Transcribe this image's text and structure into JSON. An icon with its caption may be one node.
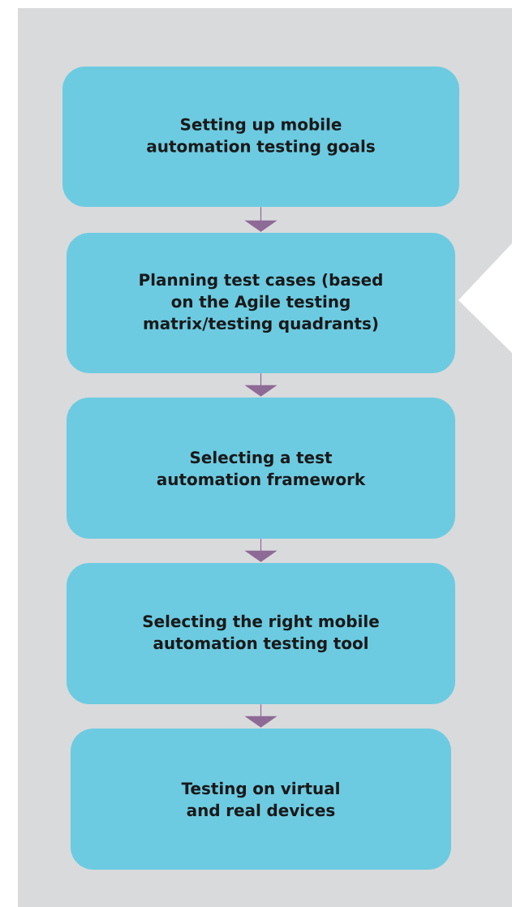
{
  "diagram": {
    "nodes": [
      {
        "text": [
          "Setting up mobile automation testing goals"
        ]
      },
      {
        "text": [
          "Planning test cases (based on the Agile testing matrix/testing quadrants)"
        ]
      },
      {
        "text": [
          "Selecting a test automation framework"
        ]
      },
      {
        "text": [
          "Selecting the right mobile automation testing tool"
        ]
      },
      {
        "text": [
          "Testing on virtual and real devices"
        ]
      }
    ],
    "edges": [
      {
        "from": 0,
        "to": 1,
        "arrow": "to"
      },
      {
        "from": 1,
        "to": 2,
        "arrow": "to"
      },
      {
        "from": 2,
        "to": 3,
        "arrow": "to"
      },
      {
        "from": 3,
        "to": 4,
        "arrow": "to"
      }
    ]
  }
}
